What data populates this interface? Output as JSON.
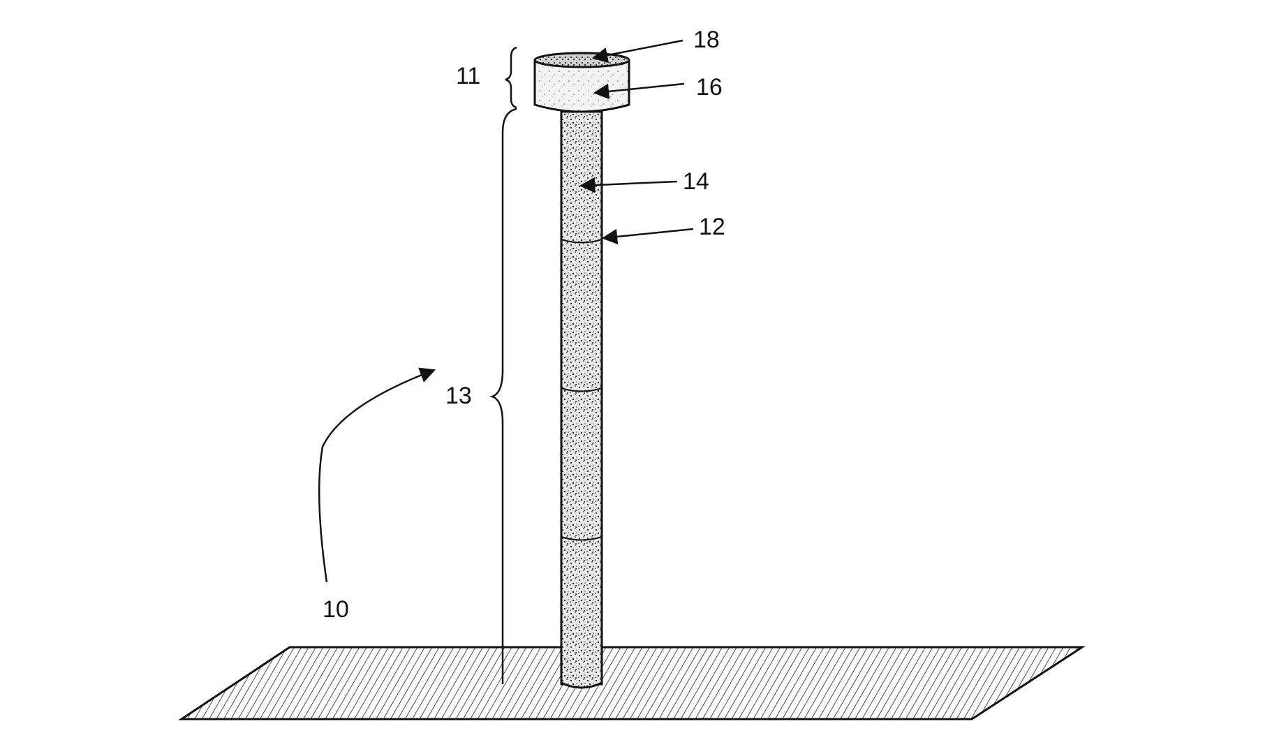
{
  "figure": {
    "type": "patent-drawing",
    "description": "Perspective view of a post assembly with cap inserted into a hatched ground plane"
  },
  "labels": {
    "assembly": "10",
    "head_region": "11",
    "segment_joint": "12",
    "shaft_region": "13",
    "shaft_segment": "14",
    "cap_body": "16",
    "cap_top": "18"
  },
  "colors": {
    "line": "#111111",
    "background": "#ffffff"
  }
}
